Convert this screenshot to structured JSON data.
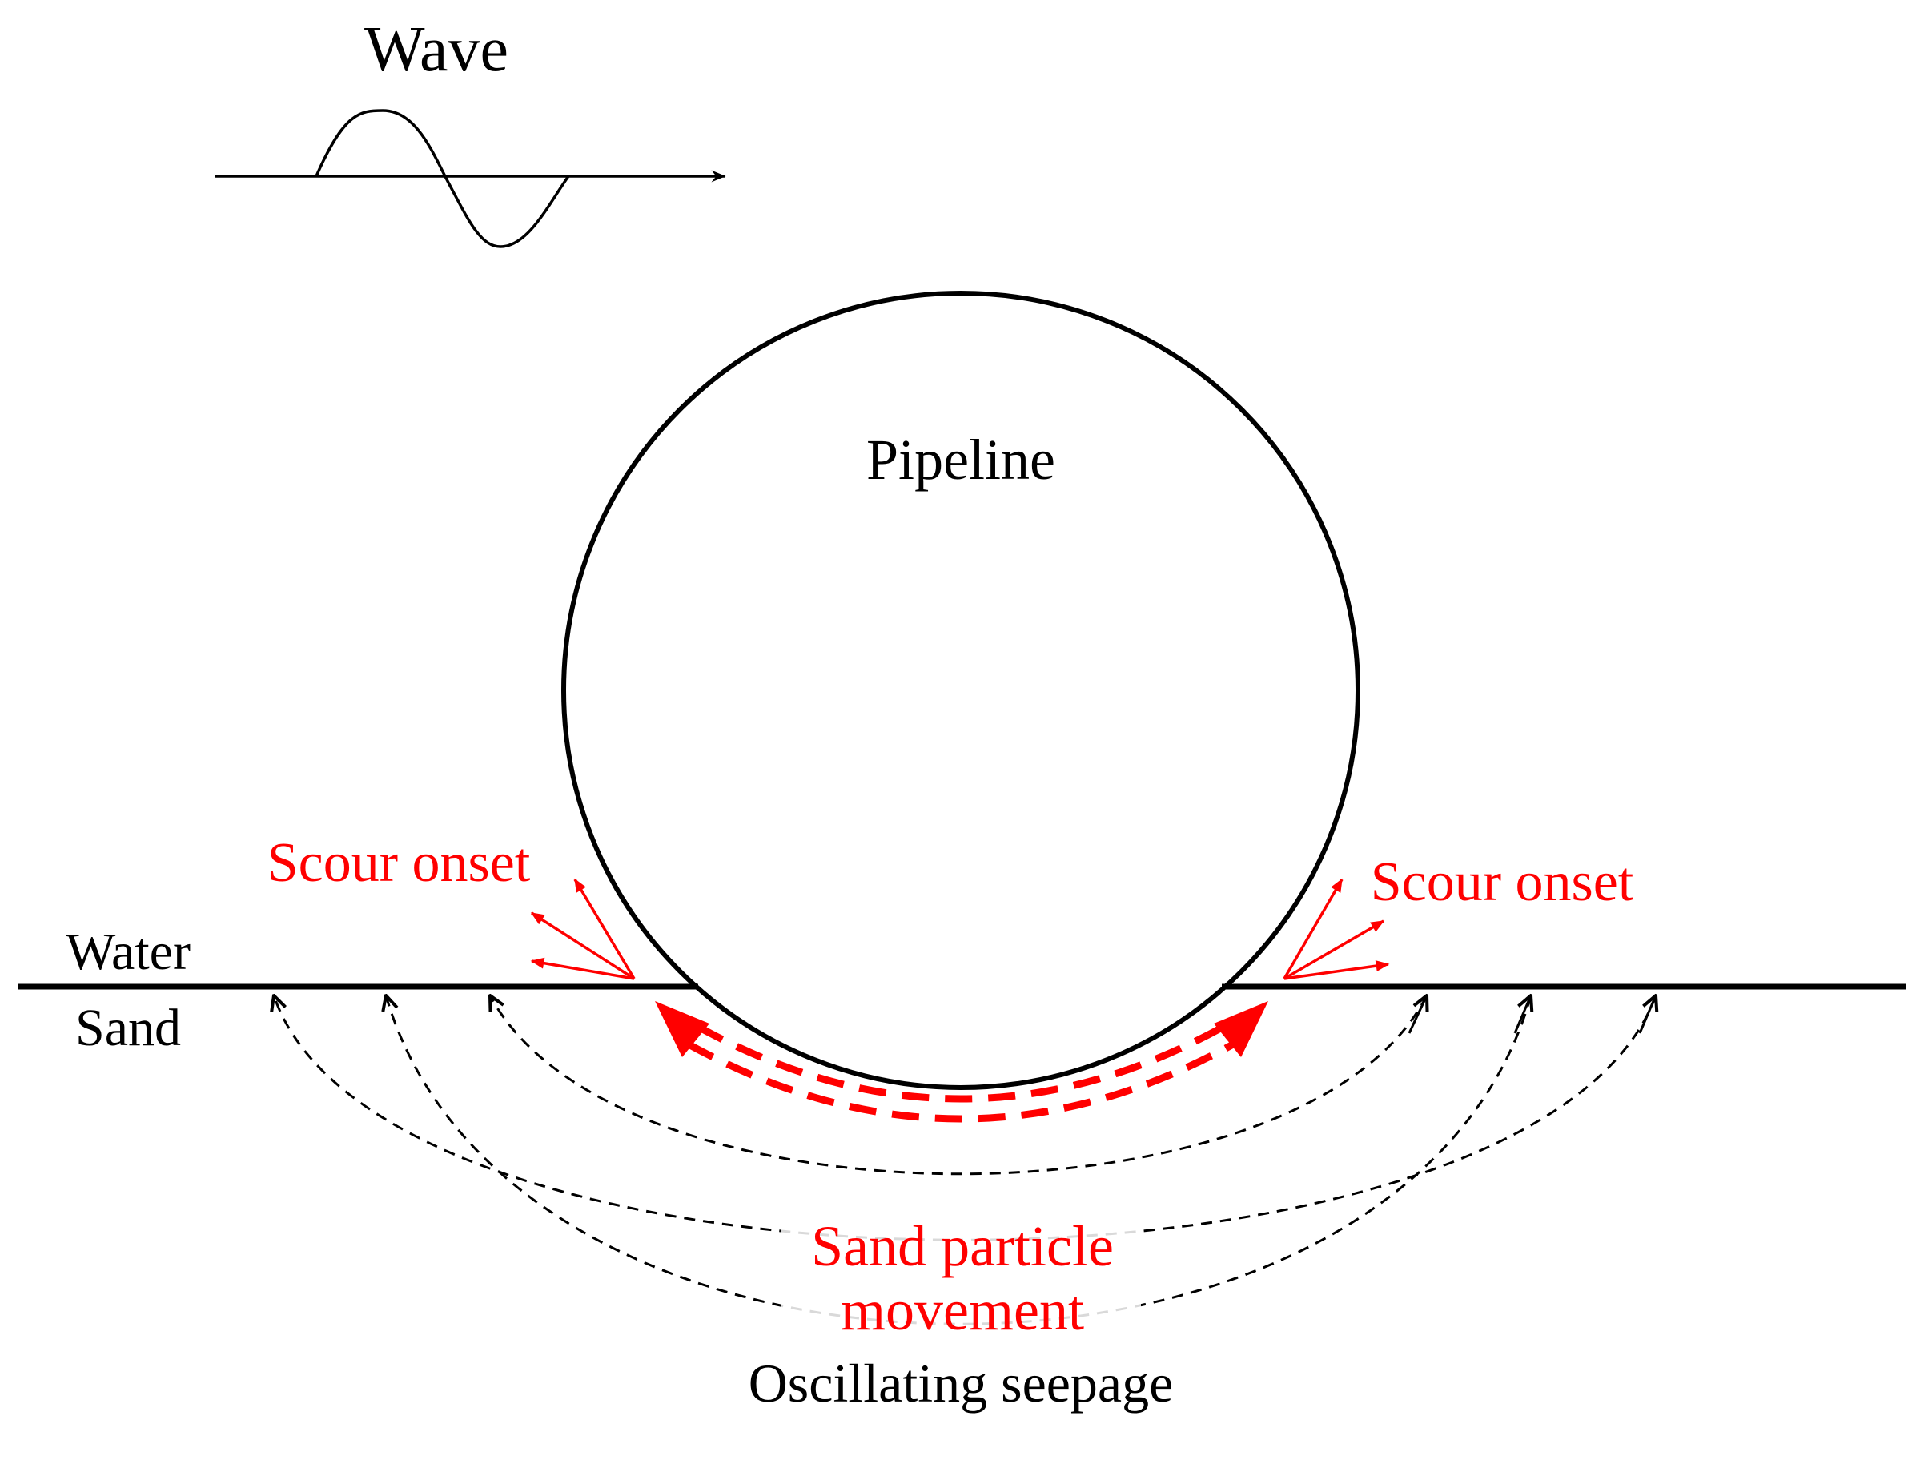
{
  "labels": {
    "wave": "Wave",
    "pipeline": "Pipeline",
    "water": "Water",
    "sand": "Sand",
    "scour_onset_left": "Scour onset",
    "scour_onset_right": "Scour onset",
    "sand_particle_line1": "Sand particle",
    "sand_particle_line2": "movement",
    "oscillating_seepage": "Oscillating seepage"
  },
  "colors": {
    "line": "#000000",
    "accent": "#ff0000",
    "background": "#ffffff"
  }
}
